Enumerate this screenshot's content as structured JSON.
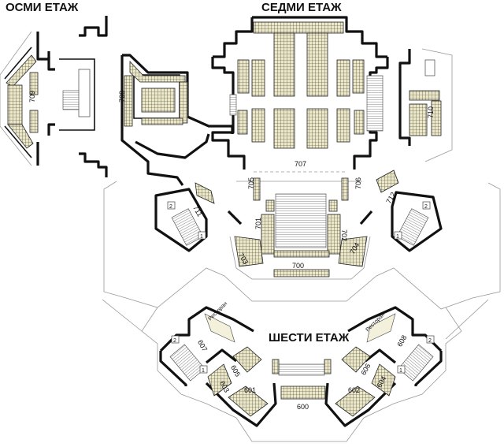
{
  "floors": {
    "eighth": "ОСМИ ЕТАЖ",
    "seventh": "СЕДМИ ЕТАЖ",
    "sixth": "ШЕСТИ ЕТАЖ"
  },
  "sections": {
    "s709": "709",
    "s708": "708",
    "s707": "707",
    "s710": "710",
    "s705": "705",
    "s706": "706",
    "s711": "711",
    "s712": "712",
    "s701": "701",
    "s702": "702",
    "s703": "703",
    "s704": "704",
    "s700": "700",
    "s607": "607",
    "s608": "608",
    "s605": "605",
    "s606": "606",
    "s603": "603",
    "s604": "604",
    "s601": "601",
    "s602": "602",
    "s600": "600"
  },
  "room_marks": {
    "m1": "2",
    "m2": "1",
    "m3": "2",
    "m4": "1",
    "m5": "2",
    "m6": "1",
    "m7": "2",
    "m8": "1"
  },
  "small_labels": {
    "left_6": "Ресторан",
    "right_6": "Ресторан"
  },
  "colors": {
    "seating_fill": "#ece7c6",
    "wall": "#111111",
    "outline": "#999999"
  }
}
